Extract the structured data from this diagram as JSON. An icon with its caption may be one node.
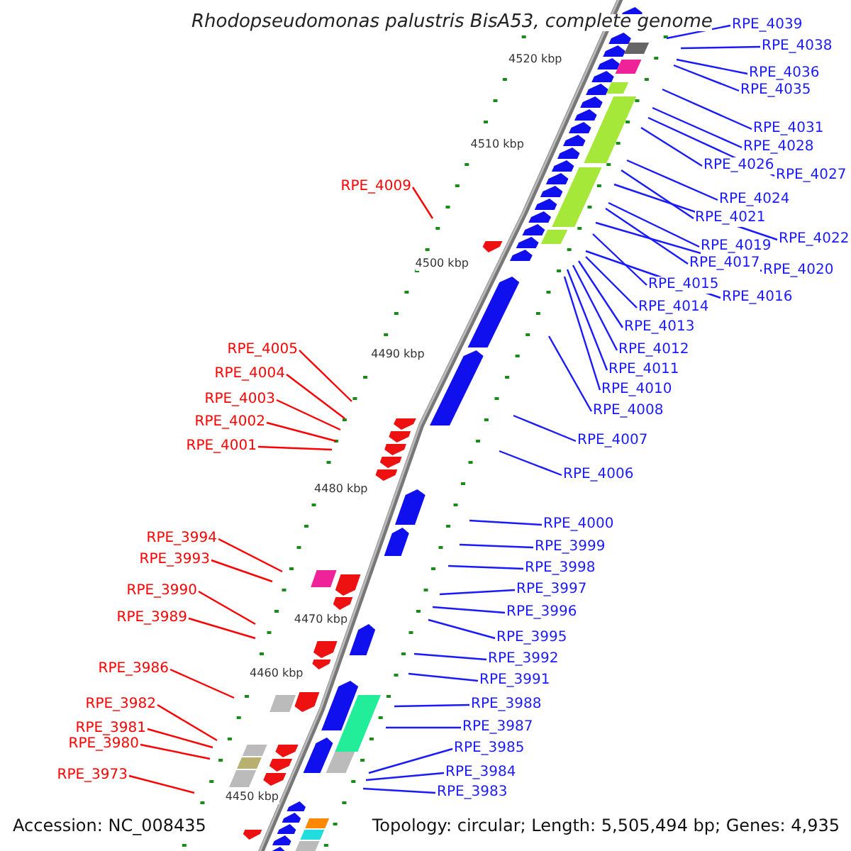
{
  "diagram": {
    "title": "Rhodopseudomonas palustris BisA53, complete genome",
    "nodes": [
      {
        "text": [
          "RPE_4039"
        ]
      },
      {
        "text": [
          "RPE_4038"
        ]
      },
      {
        "text": [
          "RPE_4036"
        ]
      },
      {
        "text": [
          "RPE_4035"
        ]
      },
      {
        "text": [
          "RPE_4031"
        ]
      },
      {
        "text": [
          "RPE_4028"
        ]
      },
      {
        "text": [
          "RPE_4026"
        ]
      },
      {
        "text": [
          "RPE_4027"
        ]
      },
      {
        "text": [
          "RPE_4024"
        ]
      },
      {
        "text": [
          "RPE_4021"
        ]
      },
      {
        "text": [
          "RPE_4022"
        ]
      },
      {
        "text": [
          "RPE_4019"
        ]
      },
      {
        "text": [
          "RPE_4017"
        ]
      },
      {
        "text": [
          "RPE_4020"
        ]
      },
      {
        "text": [
          "RPE_4015"
        ]
      },
      {
        "text": [
          "RPE_4016"
        ]
      },
      {
        "text": [
          "RPE_4014"
        ]
      },
      {
        "text": [
          "RPE_4013"
        ]
      },
      {
        "text": [
          "RPE_4012"
        ]
      },
      {
        "text": [
          "RPE_4011"
        ]
      },
      {
        "text": [
          "RPE_4010"
        ]
      },
      {
        "text": [
          "RPE_4008"
        ]
      },
      {
        "text": [
          "RPE_4007"
        ]
      },
      {
        "text": [
          "RPE_4006"
        ]
      },
      {
        "text": [
          "RPE_4000"
        ]
      },
      {
        "text": [
          "RPE_3999"
        ]
      },
      {
        "text": [
          "RPE_3998"
        ]
      },
      {
        "text": [
          "RPE_3997"
        ]
      },
      {
        "text": [
          "RPE_3996"
        ]
      },
      {
        "text": [
          "RPE_3995"
        ]
      },
      {
        "text": [
          "RPE_3992"
        ]
      },
      {
        "text": [
          "RPE_3991"
        ]
      },
      {
        "text": [
          "RPE_3988"
        ]
      },
      {
        "text": [
          "RPE_3987"
        ]
      },
      {
        "text": [
          "RPE_3985"
        ]
      },
      {
        "text": [
          "RPE_3984"
        ]
      },
      {
        "text": [
          "RPE_3983"
        ]
      },
      {
        "text": [
          "RPE_4009"
        ]
      },
      {
        "text": [
          "RPE_4005"
        ]
      },
      {
        "text": [
          "RPE_4004"
        ]
      },
      {
        "text": [
          "RPE_4003"
        ]
      },
      {
        "text": [
          "RPE_4002"
        ]
      },
      {
        "text": [
          "RPE_4001"
        ]
      },
      {
        "text": [
          "RPE_3994"
        ]
      },
      {
        "text": [
          "RPE_3993"
        ]
      },
      {
        "text": [
          "RPE_3990"
        ]
      },
      {
        "text": [
          "RPE_3989"
        ]
      },
      {
        "text": [
          "RPE_3986"
        ]
      },
      {
        "text": [
          "RPE_3982"
        ]
      },
      {
        "text": [
          "RPE_3981"
        ]
      },
      {
        "text": [
          "RPE_3980"
        ]
      },
      {
        "text": [
          "RPE_3973"
        ]
      }
    ],
    "edges": [
      {
        "from": 0,
        "to": null,
        "arrow": "none"
      },
      {
        "from": 1,
        "to": null,
        "arrow": "none"
      },
      {
        "from": 2,
        "to": null,
        "arrow": "none"
      },
      {
        "from": 3,
        "to": null,
        "arrow": "none"
      },
      {
        "from": 4,
        "to": null,
        "arrow": "none"
      },
      {
        "from": 5,
        "to": null,
        "arrow": "none"
      },
      {
        "from": 6,
        "to": null,
        "arrow": "none"
      },
      {
        "from": 7,
        "to": null,
        "arrow": "none"
      },
      {
        "from": 8,
        "to": null,
        "arrow": "none"
      },
      {
        "from": 9,
        "to": null,
        "arrow": "none"
      },
      {
        "from": 10,
        "to": null,
        "arrow": "none"
      },
      {
        "from": 11,
        "to": null,
        "arrow": "none"
      },
      {
        "from": 12,
        "to": null,
        "arrow": "none"
      },
      {
        "from": 13,
        "to": null,
        "arrow": "none"
      },
      {
        "from": 14,
        "to": null,
        "arrow": "none"
      },
      {
        "from": 15,
        "to": null,
        "arrow": "none"
      },
      {
        "from": 16,
        "to": null,
        "arrow": "none"
      },
      {
        "from": 17,
        "to": null,
        "arrow": "none"
      },
      {
        "from": 18,
        "to": null,
        "arrow": "none"
      },
      {
        "from": 19,
        "to": null,
        "arrow": "none"
      },
      {
        "from": 20,
        "to": null,
        "arrow": "none"
      },
      {
        "from": 21,
        "to": null,
        "arrow": "none"
      },
      {
        "from": 22,
        "to": null,
        "arrow": "none"
      },
      {
        "from": 23,
        "to": null,
        "arrow": "none"
      },
      {
        "from": 24,
        "to": null,
        "arrow": "none"
      },
      {
        "from": 25,
        "to": null,
        "arrow": "none"
      },
      {
        "from": 26,
        "to": null,
        "arrow": "none"
      },
      {
        "from": 27,
        "to": null,
        "arrow": "none"
      },
      {
        "from": 28,
        "to": null,
        "arrow": "none"
      },
      {
        "from": 29,
        "to": null,
        "arrow": "none"
      },
      {
        "from": 30,
        "to": null,
        "arrow": "none"
      },
      {
        "from": 31,
        "to": null,
        "arrow": "none"
      },
      {
        "from": 32,
        "to": null,
        "arrow": "none"
      },
      {
        "from": 33,
        "to": null,
        "arrow": "none"
      },
      {
        "from": 34,
        "to": null,
        "arrow": "none"
      },
      {
        "from": 35,
        "to": null,
        "arrow": "none"
      },
      {
        "from": 36,
        "to": null,
        "arrow": "none"
      },
      {
        "from": 37,
        "to": null,
        "arrow": "none",
        "color": "#ff0000"
      },
      {
        "from": 38,
        "to": null,
        "arrow": "none",
        "color": "#ff0000"
      },
      {
        "from": 39,
        "to": null,
        "arrow": "none",
        "color": "#ff0000"
      },
      {
        "from": 40,
        "to": null,
        "arrow": "none",
        "color": "#ff0000"
      },
      {
        "from": 41,
        "to": null,
        "arrow": "none",
        "color": "#ff0000"
      },
      {
        "from": 42,
        "to": null,
        "arrow": "none",
        "color": "#ff0000"
      },
      {
        "from": 43,
        "to": null,
        "arrow": "none",
        "color": "#ff0000"
      },
      {
        "from": 44,
        "to": null,
        "arrow": "none",
        "color": "#ff0000"
      },
      {
        "from": 45,
        "to": null,
        "arrow": "none",
        "color": "#ff0000"
      },
      {
        "from": 46,
        "to": null,
        "arrow": "none",
        "color": "#ff0000"
      },
      {
        "from": 47,
        "to": null,
        "arrow": "none",
        "color": "#ff0000"
      },
      {
        "from": 48,
        "to": null,
        "arrow": "none",
        "color": "#ff0000"
      },
      {
        "from": 49,
        "to": null,
        "arrow": "none",
        "color": "#ff0000"
      },
      {
        "from": 50,
        "to": null,
        "arrow": "none",
        "color": "#ff0000"
      },
      {
        "from": 51,
        "to": null,
        "arrow": "none",
        "color": "#ff0000"
      }
    ],
    "labels": [
      "4520 kbp",
      "4510 kbp",
      "4500 kbp",
      "4490 kbp",
      "4480 kbp",
      "4470 kbp",
      "4460 kbp",
      "4450 kbp",
      "Accession: NC_008435",
      "Topology: circular; Length: 5,505,494 bp; Genes: 4,935"
    ]
  }
}
